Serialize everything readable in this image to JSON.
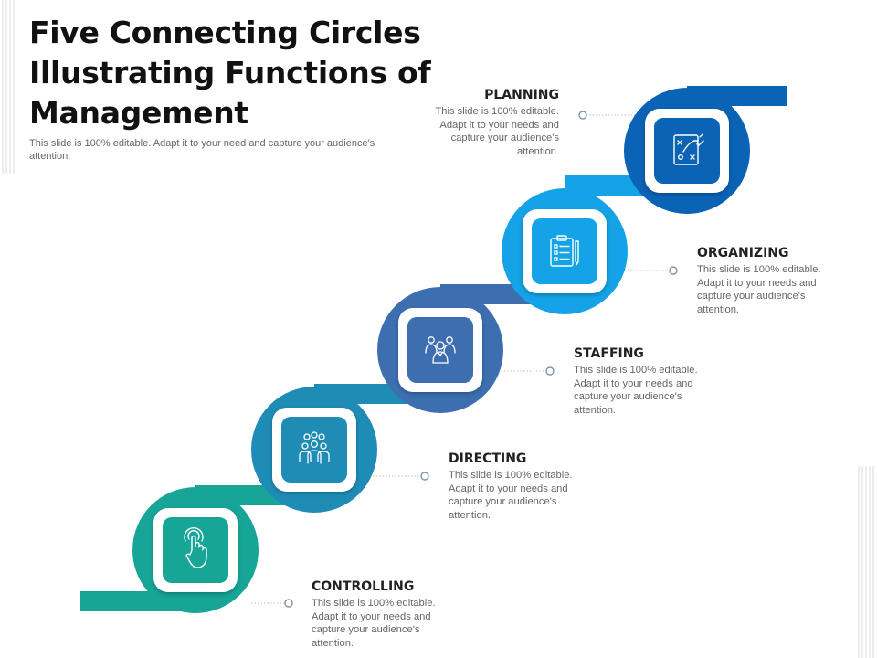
{
  "slide": {
    "title": "Five Connecting Circles Illustrating Functions of Management",
    "subtitle": "This slide is 100% editable. Adapt it to your need and capture your audience's attention."
  },
  "steps": [
    {
      "key": "planning",
      "title": "PLANNING",
      "body": "This slide is 100% editable. Adapt it to your needs and capture your audience's attention.",
      "color": "#0A63B5",
      "icon": "strategy-board-icon"
    },
    {
      "key": "organizing",
      "title": "ORGANIZING",
      "body": "This slide is 100% editable. Adapt it to your needs and capture your audience's attention.",
      "color": "#13A3E6",
      "icon": "checklist-clipboard-icon"
    },
    {
      "key": "staffing",
      "title": "STAFFING",
      "body": "This slide is 100% editable. Adapt it to your needs and capture your audience's attention.",
      "color": "#3D6EB0",
      "icon": "team-people-icon"
    },
    {
      "key": "directing",
      "title": "DIRECTING",
      "body": "This slide is 100% editable. Adapt it to your needs and capture your audience's attention.",
      "color": "#1E8CB5",
      "icon": "group-leader-icon"
    },
    {
      "key": "controlling",
      "title": "CONTROLLING",
      "body": "This slide is 100% editable. Adapt it to your needs and capture your audience's attention.",
      "color": "#16A596",
      "icon": "touch-hand-icon"
    }
  ]
}
